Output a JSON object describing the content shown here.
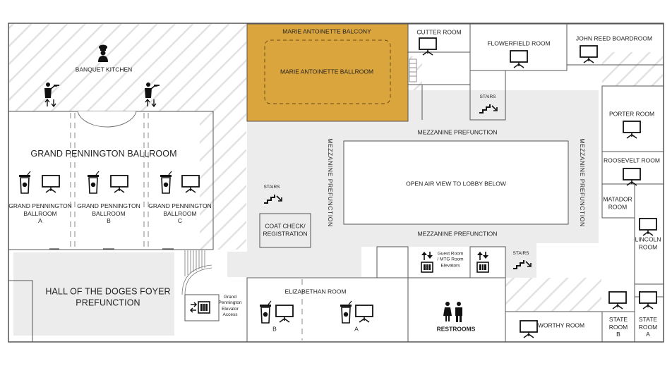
{
  "colors": {
    "highlight": "#dba53e",
    "wall": "#555555",
    "corridor": "#ececec",
    "hatch": "#e3e3e3",
    "icon": "#111111"
  },
  "rooms": {
    "banquet_kitchen": "BANQUET KITCHEN",
    "grand_pennington_ballroom": "GRAND PENNINGTON BALLROOM",
    "gp_a": {
      "line1": "GRAND PENNINGTON",
      "line2": "BALLROOM",
      "line3": "A"
    },
    "gp_b": {
      "line1": "GRAND PENNINGTON",
      "line2": "BALLROOM",
      "line3": "B"
    },
    "gp_c": {
      "line1": "GRAND PENNINGTON",
      "line2": "BALLROOM",
      "line3": "C"
    },
    "ma_balcony": "MARIE ANTOINETTE BALCONY",
    "ma_ballroom": "MARIE ANTOINETTE BALLROOM",
    "cutter": "CUTTER ROOM",
    "flowerfield": "FLOWERFIELD ROOM",
    "john_reed": "JOHN REED BOARDROOM",
    "porter": "PORTER ROOM",
    "roosevelt": "ROOSEVELT ROOM",
    "matador": {
      "line1": "MATADOR",
      "line2": "ROOM"
    },
    "lincoln": {
      "line1": "LINCOLN",
      "line2": "ROOM"
    },
    "mezz_top": "MEZZANINE  PREFUNCTION",
    "mezz_bottom": "MEZZANINE  PREFUNCTION",
    "mezz_left": "MEZZANINE  PREFUNCTION",
    "mezz_right": "MEZZANINE  PREFUNCTION",
    "open_air": "OPEN AIR VIEW TO LOBBY BELOW",
    "coat_check": {
      "line1": "COAT CHECK/",
      "line2": "REGISTRATION"
    },
    "stairs_1": "STAIRS",
    "stairs_2": "STAIRS",
    "stairs_3": "STAIRS",
    "hall_doges": {
      "line1": "HALL OF THE DOGES FOYER",
      "line2": "PREFUNCTION"
    },
    "gp_elevator": {
      "line1": "Grand",
      "line2": "Pennington",
      "line3": "Elevator",
      "line4": "Access"
    },
    "guest_elev": {
      "line1": "Guest Room",
      "line2": "/ MTG Room",
      "line3": "Elevators"
    },
    "elizabethan": "ELIZABETHAN ROOM",
    "eliz_b": "B",
    "eliz_a": "A",
    "restrooms": "RESTROOMS",
    "worthy": "WORTHY ROOM",
    "state_b": {
      "line1": "STATE",
      "line2": "ROOM",
      "line3": "B"
    },
    "state_a": {
      "line1": "STATE",
      "line2": "ROOM",
      "line3": "A"
    }
  }
}
